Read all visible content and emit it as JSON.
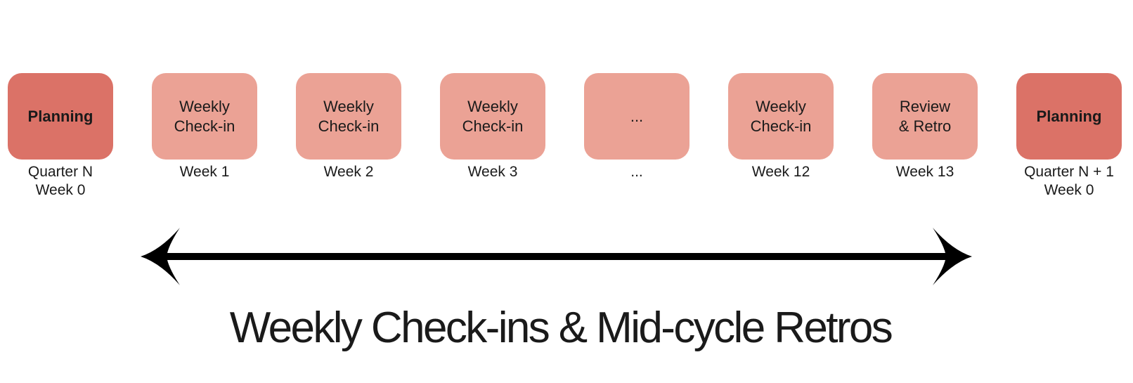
{
  "title": "Weekly Check-ins & Mid-cycle Retros",
  "colors": {
    "planning_box": "#DB7267",
    "weekly_box": "#EBA295",
    "text": "#1A1A1A",
    "arrow": "#000000"
  },
  "arrow": {
    "name": "double-headed-arrow"
  },
  "timeline": {
    "boxes": [
      {
        "type": "planning",
        "label": "Planning",
        "caption": "Quarter N\nWeek 0"
      },
      {
        "type": "weekly",
        "label": "Weekly\nCheck-in",
        "caption": "Week 1"
      },
      {
        "type": "weekly",
        "label": "Weekly\nCheck-in",
        "caption": "Week 2"
      },
      {
        "type": "weekly",
        "label": "Weekly\nCheck-in",
        "caption": "Week 3"
      },
      {
        "type": "ellipsis",
        "label": "...",
        "caption": "..."
      },
      {
        "type": "weekly",
        "label": "Weekly\nCheck-in",
        "caption": "Week 12"
      },
      {
        "type": "weekly",
        "label": "Review\n& Retro",
        "caption": "Week 13"
      },
      {
        "type": "planning",
        "label": "Planning",
        "caption": "Quarter N + 1\nWeek 0"
      }
    ]
  }
}
